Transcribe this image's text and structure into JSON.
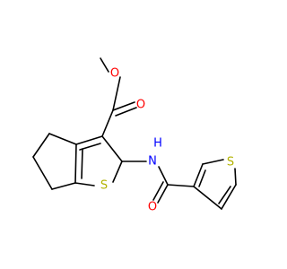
{
  "molecule": {
    "atom_labels": {
      "ester_ether_o": "O",
      "ester_carbonyl_o": "O",
      "fused_thiophene_s": "S",
      "amide_n": "N",
      "amide_h": "H",
      "amide_carbonyl_o": "O",
      "thiophene_s": "S"
    },
    "colors": {
      "bond": "#000000",
      "oxygen": "#ff0000",
      "sulfur": "#b2b200",
      "nitrogen": "#0000ff",
      "hydrogen": "#0000ff"
    }
  }
}
